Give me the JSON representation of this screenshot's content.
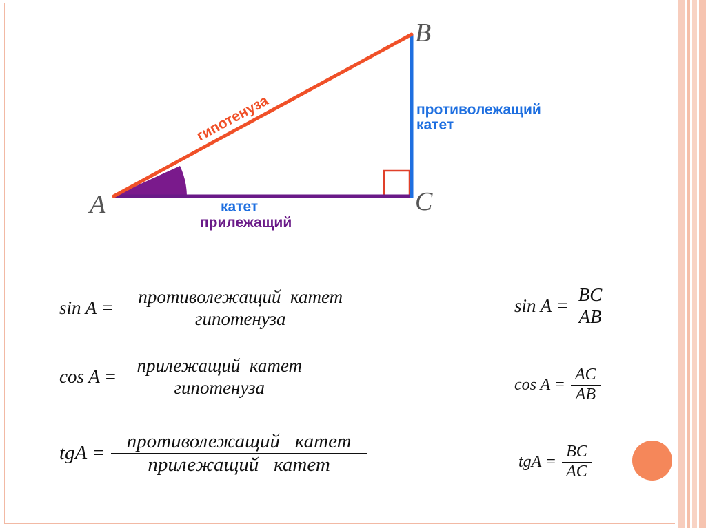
{
  "colors": {
    "hypotenuse": "#f05028",
    "opposite": "#1e6fe0",
    "adjacent": "#6a1a88",
    "angle_fill": "#7a1a8c",
    "right_angle": "#e0402a",
    "dot": "#f5875a",
    "frame": "#f2b9a4",
    "text": "#111111"
  },
  "diagram": {
    "vertex_a": "A",
    "vertex_b": "B",
    "vertex_c": "C",
    "hypotenuse_label": "гипотенуза",
    "opposite_label_1": "противолежащий",
    "opposite_label_2": "катет",
    "adjacent_label_1": "катет",
    "adjacent_label_2": "прилежащий"
  },
  "formulas": {
    "sin_words": {
      "lhs": "sin A =",
      "num": "противолежащий  катет",
      "den": "гипотенуза"
    },
    "cos_words": {
      "lhs": "cos A =",
      "num": "прилежащий  катет",
      "den": "гипотенуза"
    },
    "tg_words": {
      "lhs": "tgA =",
      "num": "противолежащий   катет",
      "den": "прилежащий   катет"
    },
    "sin_letters": {
      "lhs": "sin A =",
      "num": "BC",
      "den": "AB"
    },
    "cos_letters": {
      "lhs": "cos A =",
      "num": "AC",
      "den": "AB"
    },
    "tg_letters": {
      "lhs": "tgA =",
      "num": "BC",
      "den": "AC"
    }
  }
}
